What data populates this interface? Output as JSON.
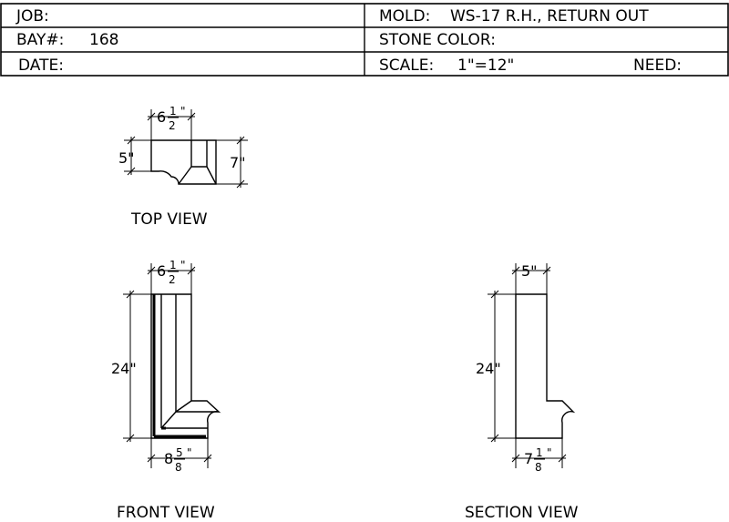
{
  "title_block": {
    "job_label": "JOB:",
    "bay_label": "BAY#:",
    "bay_value": "168",
    "date_label": "DATE:",
    "mold_label": "MOLD:",
    "mold_value": "WS-17 R.H., RETURN OUT",
    "stone_color_label": "STONE COLOR:",
    "scale_label": "SCALE:",
    "scale_value": "1\"=12\"",
    "need_label": "NEED:"
  },
  "views": {
    "top": {
      "label": "TOP VIEW",
      "width_whole": "6",
      "width_num": "1",
      "width_den": "2",
      "left_height": "5\"",
      "right_height": "7\""
    },
    "front": {
      "label": "FRONT VIEW",
      "top_whole": "6",
      "top_num": "1",
      "top_den": "2",
      "height": "24\"",
      "bottom_whole": "8",
      "bottom_num": "5",
      "bottom_den": "8"
    },
    "section": {
      "label": "SECTION VIEW",
      "top_width": "5\"",
      "height": "24\"",
      "bottom_whole": "7",
      "bottom_num": "1",
      "bottom_den": "8"
    }
  },
  "inch_mark": "\""
}
